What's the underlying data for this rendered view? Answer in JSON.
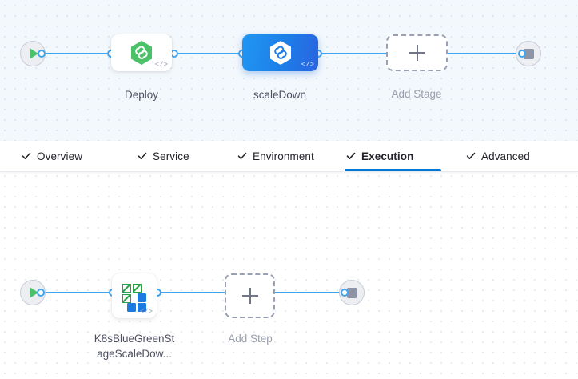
{
  "theme": {
    "accent_blue": "#0278d5",
    "edge_blue": "#40a5f0",
    "node_selected_blue": "#1d7ee8",
    "green": "#25a244",
    "muted_text": "#9a9ead",
    "label_text": "#4f5162",
    "stage_canvas_bg": "#f3f8fc",
    "step_canvas_bg": "#ffffff"
  },
  "stage_canvas": {
    "name": "stage-pipeline-canvas",
    "start_node": {
      "icon": "play-icon",
      "title": "Start"
    },
    "end_node": {
      "icon": "stop-icon",
      "title": "End"
    },
    "stages": [
      {
        "id": "deploy",
        "label": "Deploy",
        "icon": "harness-cd-hexagon-icon",
        "selected": false,
        "code_badge": "</>"
      },
      {
        "id": "scaledown",
        "label": "scaleDown",
        "icon": "harness-cd-hexagon-icon",
        "selected": true,
        "code_badge": "</>"
      }
    ],
    "add_stage": {
      "label": "Add Stage",
      "icon": "plus-icon"
    }
  },
  "tabs": {
    "name": "stage-config-tabs",
    "items": [
      {
        "id": "overview",
        "label": "Overview",
        "icon": "check-icon",
        "active": false
      },
      {
        "id": "service",
        "label": "Service",
        "icon": "check-icon",
        "active": false
      },
      {
        "id": "environment",
        "label": "Environment",
        "icon": "check-icon",
        "active": false
      },
      {
        "id": "execution",
        "label": "Execution",
        "icon": "check-icon",
        "active": true
      },
      {
        "id": "advanced",
        "label": "Advanced",
        "icon": "check-icon",
        "active": false
      }
    ]
  },
  "step_canvas": {
    "name": "execution-steps-canvas",
    "start_node": {
      "icon": "play-icon",
      "title": "Start"
    },
    "end_node": {
      "icon": "stop-icon",
      "title": "End"
    },
    "steps": [
      {
        "id": "k8s-bluegreen-scaledown",
        "label_line1": "K8sBlueGreenSt",
        "label_line2": "ageScaleDow...",
        "full_label": "K8sBlueGreenStageScaleDow...",
        "icon": "k8s-blue-green-squares-icon",
        "code_badge": "</>"
      }
    ],
    "add_step": {
      "label": "Add Step",
      "icon": "plus-icon"
    }
  }
}
